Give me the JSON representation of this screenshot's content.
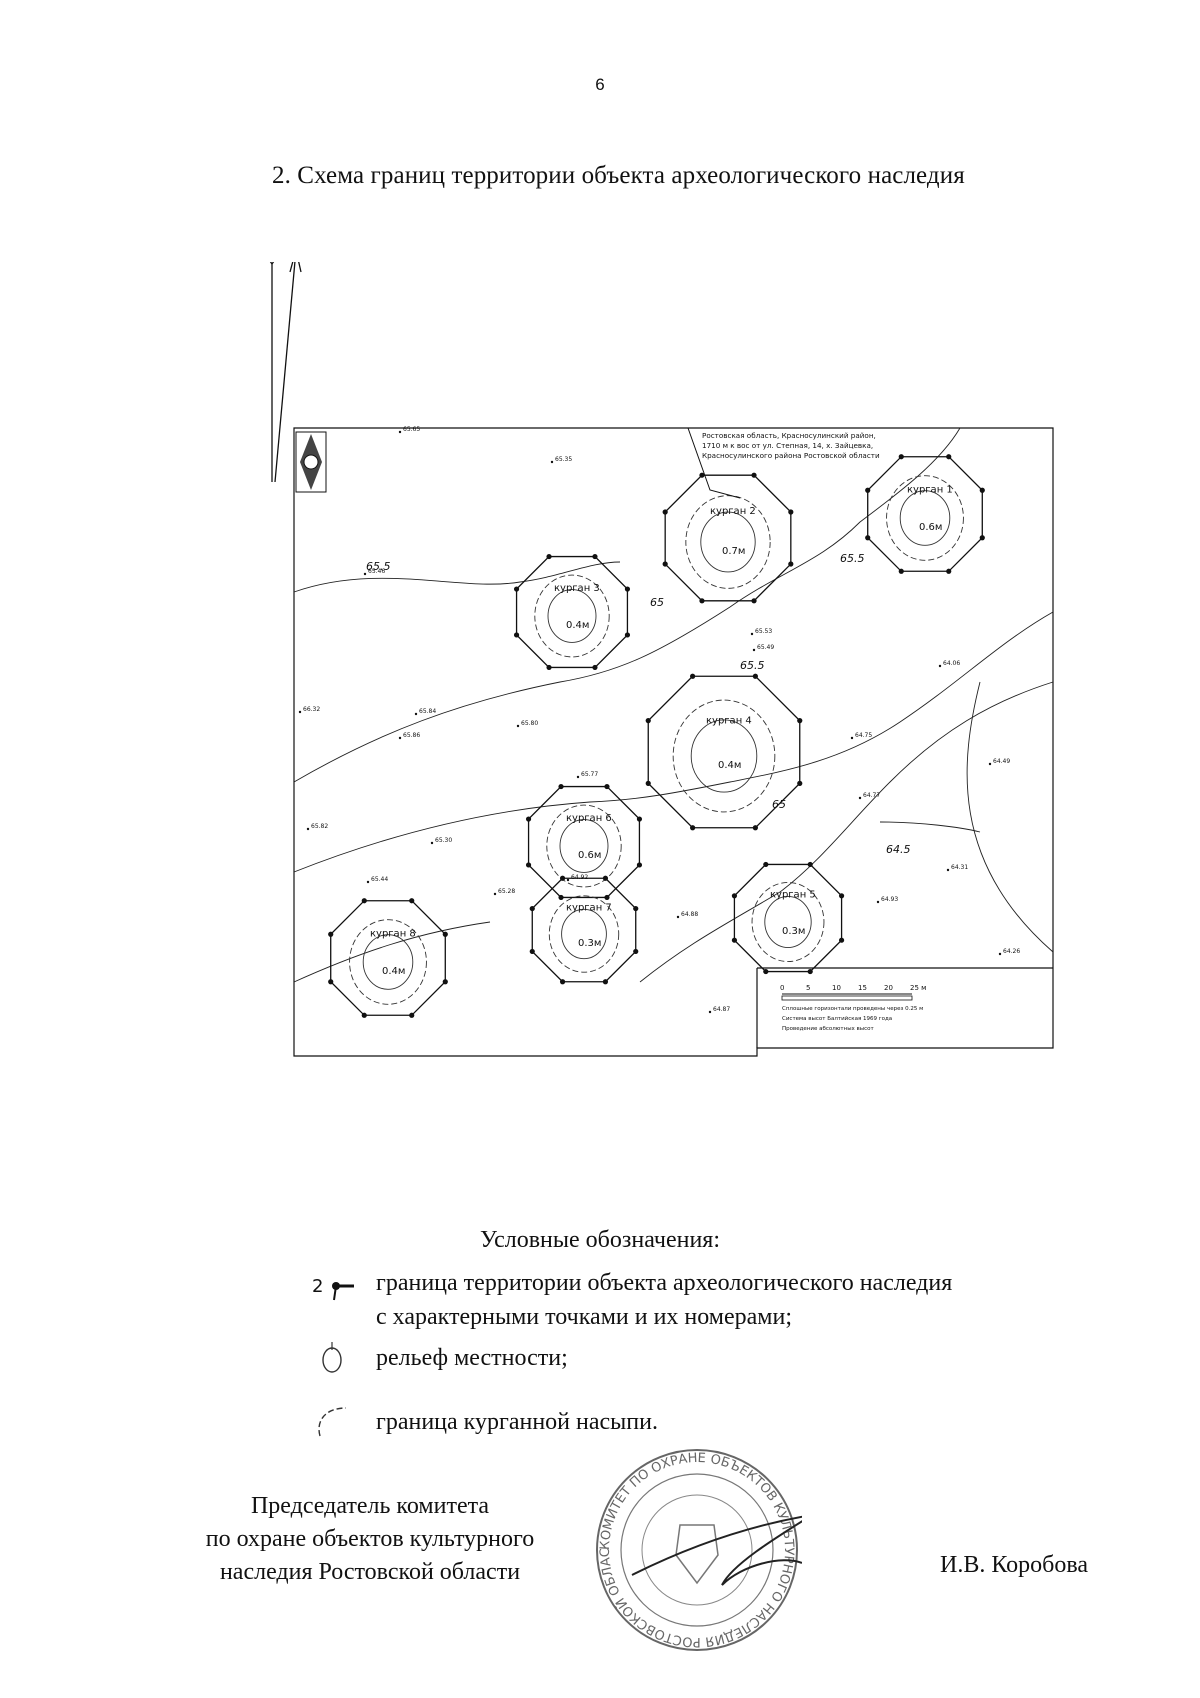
{
  "page": {
    "number": "6"
  },
  "heading": "2.  Схема границ территории объекта археологического наследия",
  "map": {
    "location_note": [
      "Ростовская область, Красносулинский район,",
      "1710 м к вос от ул. Степная, 14, х. Зайцевка,",
      "Красносулинского района Ростовской области"
    ],
    "kurgans": [
      {
        "label": "курган 1",
        "height": "0.6м"
      },
      {
        "label": "курган 2",
        "height": "0.7м"
      },
      {
        "label": "курган 3",
        "height": "0.4м"
      },
      {
        "label": "курган 4",
        "height": "0.4м"
      },
      {
        "label": "курган 5",
        "height": "0.3м"
      },
      {
        "label": "курган 6",
        "height": "0.6м"
      },
      {
        "label": "курган 7",
        "height": "0.3м"
      },
      {
        "label": "курган 8",
        "height": "0.4м"
      }
    ],
    "contour_labels": [
      "65.5",
      "65",
      "65.5",
      "65",
      "64.5",
      "65.5"
    ],
    "elevations": [
      "65.65",
      "65.35",
      "65.46",
      "66.32",
      "65.84",
      "65.86",
      "65.80",
      "65.77",
      "65.82",
      "65.30",
      "65.28",
      "65.44",
      "64.88",
      "64.87",
      "64.92",
      "65.49",
      "65.53",
      "64.93",
      "64.77",
      "64.75",
      "64.31",
      "64.26",
      "64.49",
      "64.06"
    ],
    "scale_ticks": [
      "0",
      "5",
      "10",
      "15",
      "20",
      "25 м"
    ],
    "scale_notes": [
      "Сплошные горизонтали проведены через 0.25 м",
      "Система высот Балтийская 1969 года",
      "Проведение абсолютных высот"
    ]
  },
  "legend": {
    "title": "Условные обозначения:",
    "point_symbol_number": "2",
    "items": [
      "граница территории объекта археологического наследия",
      "с характерными точками и их номерами;",
      "рельеф местности;",
      "граница курганной насыпи."
    ]
  },
  "signature": {
    "position_lines": [
      "Председатель комитета",
      "по охране объектов культурного",
      "наследия Ростовской области"
    ],
    "name": "И.В. Коробова"
  },
  "seal_text": "КОМИТЕТ ПО ОХРАНЕ ОБЪЕКТОВ КУЛЬТУРНОГО НАСЛЕДИЯ РОСТОВСКОЙ ОБЛАСТИ"
}
